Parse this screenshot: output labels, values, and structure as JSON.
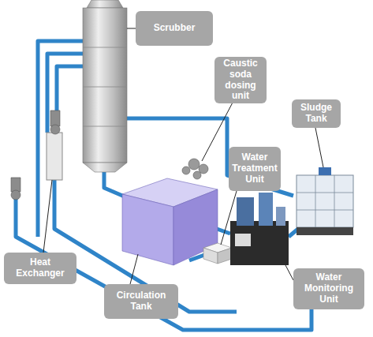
{
  "diagram": {
    "nodes": [
      {
        "text": [
          "Scrubber"
        ]
      },
      {
        "text": [
          "Caustic soda dosing unit"
        ]
      },
      {
        "text": [
          "Sludge Tank"
        ]
      },
      {
        "text": [
          "Water Treatment Unit"
        ]
      },
      {
        "text": [
          "Heat Exchanger"
        ]
      },
      {
        "text": [
          "Circulation Tank"
        ]
      },
      {
        "text": [
          "Water Monitoring Unit"
        ]
      }
    ]
  }
}
